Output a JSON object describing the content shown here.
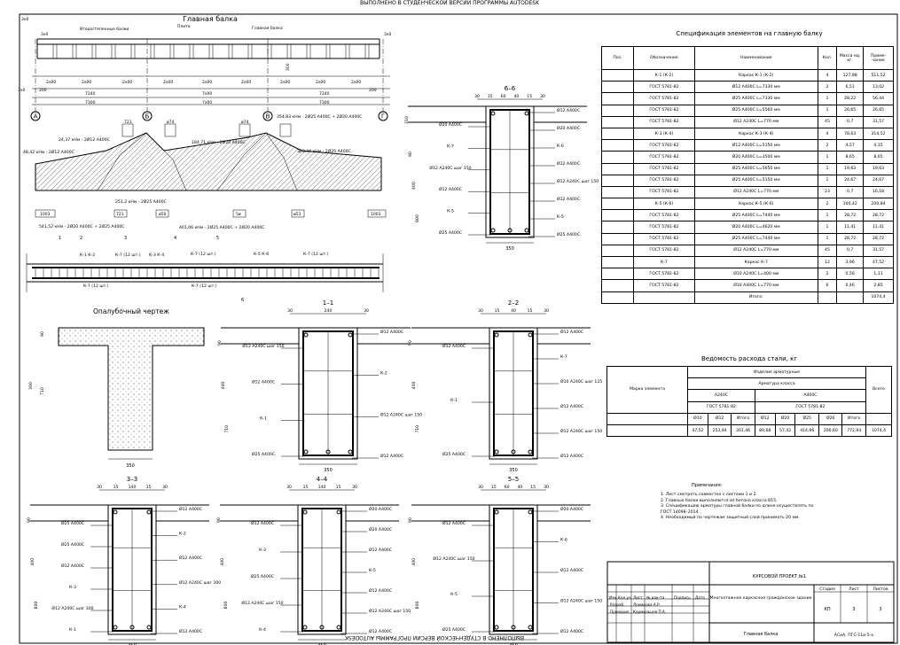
{
  "header_text": "ВЫПОЛНЕНО В СТУДЕНЧЕСКОЙ ВЕРСИИ ПРОГРАММЫ AUTODESK",
  "footer_text": "ВЫПОЛНЕНО В СТУДЕНЧЕСКОЙ ВЕРСИИ ПРОГРАММЫ AUTODESK",
  "main_beam": {
    "title": "Главная балка",
    "labels": [
      "Второстепенные балки",
      "Плита",
      "Главная балка"
    ],
    "axes": [
      "А",
      "Б",
      "В",
      "Г"
    ],
    "dims_top": [
      "3х0",
      "3х0",
      "3х0",
      "3х0",
      "2х00",
      "2х00",
      "2х00",
      "2х00",
      "2х00",
      "2х00",
      "2х00",
      "2х00",
      "2х00",
      "7240",
      "7х00",
      "7240",
      "7300",
      "7х00",
      "7300",
      "200",
      "200",
      "300"
    ],
    "callouts": [
      "24,37 кНм - 2Ø12 А400С",
      "48,42 кНм - 2Ø12 А400С",
      "184,71 кНм - 2Ø20 А400С",
      "320,34 кНм - 2Ø25 А400С",
      "354,83 кНм - 2Ø25 А400С + 2Ø20 А400С",
      "251,2 кНм - 2Ø25 А400С",
      "541,52 кНм - 2Ø20 А400С + 2Ø25 А400С",
      "401,06 кНм - 2Ø25 А400С + 2Ø20 А400С"
    ],
    "marks": [
      "1003",
      "721",
      "ø50",
      "1003",
      "5ø",
      "ø53",
      "721",
      "ø74",
      "ø74"
    ],
    "frames": [
      "К-1 К-2",
      "К-7 (12 шт.)",
      "К-3 К-4",
      "К-7 (12 шт.)",
      "К-5 К-6",
      "К-7 (12 шт.)",
      "К-7 (12 шт.)",
      "К-7 (12 шт.)"
    ],
    "section_marks": [
      "1",
      "2",
      "3",
      "4",
      "5",
      "6"
    ]
  },
  "formwork": {
    "title": "Опалубочный чертеж",
    "dims": [
      "90",
      "300",
      "710",
      "350"
    ]
  },
  "sections": [
    {
      "id": "6-6",
      "title": "6–6",
      "top_dims": [
        "30",
        "15",
        "60",
        "40",
        "15",
        "30"
      ],
      "bottom_dim": "350",
      "side_dims": [
        "310",
        "90",
        "400",
        "800"
      ],
      "callouts_left": [
        "Ø20 А400С",
        "К-7",
        "Ø12 А240С шаг 150",
        "Ø12 А400С",
        "К-5",
        "Ø25 А400С"
      ],
      "callouts_right": [
        "Ø12 А400С",
        "Ø20 А400С",
        "К-6",
        "Ø12 А400С",
        "Ø12 А240С шаг 150",
        "Ø12 А400С",
        "К-5",
        "Ø25 А400С"
      ]
    },
    {
      "id": "1-1",
      "title": "1–1",
      "top_dims": [
        "30",
        "240",
        "30"
      ],
      "bottom_dim": "350",
      "side_dims": [
        "90",
        "400",
        "710"
      ],
      "callouts_left": [
        "Ø12 А240С шаг 150",
        "Ø12 А400С",
        "К-1",
        "Ø25 А400С"
      ],
      "callouts_right": [
        "Ø12 А400С",
        "К-2",
        "Ø12 А240С шаг 150",
        "Ø12 А400С"
      ]
    },
    {
      "id": "2-2",
      "title": "2–2",
      "top_dims": [
        "30",
        "15",
        "40",
        "15",
        "30"
      ],
      "bottom_dim": "350",
      "side_dims": [
        "90",
        "400",
        "710"
      ],
      "callouts_left": [
        "Ø12 А400С",
        "К-1",
        "Ø25 А400С"
      ],
      "callouts_right": [
        "Ø12 А400С",
        "К-7",
        "Ø10 А240С шаг 125",
        "Ø12 А400С",
        "Ø12 А240С шаг 150",
        "Ø12 А400С"
      ]
    },
    {
      "id": "3-3",
      "title": "3–3",
      "top_dims": [
        "30",
        "15",
        "140",
        "15",
        "30"
      ],
      "bottom_dim": "350",
      "side_dims": [
        "90",
        "400",
        "800"
      ],
      "callouts_left": [
        "Ø25 А400С",
        "Ø25 А400С",
        "Ø12 А400С",
        "К-3",
        "Ø12 А240С шаг 300",
        "К-1"
      ],
      "callouts_right": [
        "Ø12 А400С",
        "К-2",
        "Ø12 А400С",
        "Ø12 А240С шаг 300",
        "К-4",
        "Ø12 А400С"
      ]
    },
    {
      "id": "4-4",
      "title": "4–4",
      "top_dims": [
        "30",
        "15",
        "140",
        "15",
        "30"
      ],
      "bottom_dim": "350",
      "side_dims": [
        "90",
        "400",
        "800"
      ],
      "callouts_left": [
        "Ø12 А400С",
        "К-3",
        "Ø25 А400С",
        "Ø12 А240С шаг 150",
        "К-4"
      ],
      "callouts_right": [
        "Ø20 А400С",
        "Ø20 А400С",
        "Ø12 А400С",
        "К-5",
        "Ø12 А400С",
        "Ø12 А240С шаг 150",
        "Ø12 А400С"
      ]
    },
    {
      "id": "5-5",
      "title": "5–5",
      "top_dims": [
        "30",
        "15",
        "60",
        "40",
        "15",
        "30"
      ],
      "bottom_dim": "350",
      "side_dims": [
        "90",
        "400",
        "800"
      ],
      "callouts_left": [
        "Ø12 А400С",
        "Ø12 А240С шаг 150",
        "К-5",
        "Ø25 А400С"
      ],
      "callouts_right": [
        "Ø20 А400С",
        "К-6",
        "Ø12 А400С",
        "Ø12 А240С шаг 150",
        "Ø12 А400С"
      ]
    }
  ],
  "spec_table": {
    "title": "Спецификация элементов на главную балку",
    "headers": [
      "Поз.",
      "Обозначение",
      "Наименование",
      "Кол.",
      "Масса ед. кг.",
      "Приме- чание"
    ],
    "rows": [
      [
        "",
        "К-1 (К-2)",
        "Каркас К-1 (К-2)",
        "4",
        "127,88",
        "511,52"
      ],
      [
        "",
        "ГОСТ 5781-82",
        "Ø12 А400С L=7330 мм",
        "2",
        "6,51",
        "13,02"
      ],
      [
        "",
        "ГОСТ 5781-82",
        "Ø25 А400С L=7330 мм",
        "1",
        "28,22",
        "56,44"
      ],
      [
        "",
        "ГОСТ 5781-82",
        "Ø25 А400С L=5560 мм",
        "1",
        "26,65",
        "26,65"
      ],
      [
        "",
        "ГОСТ 5781-82",
        "Ø12 А240С L=770 мм",
        "45",
        "0,7",
        "31,57"
      ],
      [
        "",
        "К-3 (К-4)",
        "Каркас К-3 (К-4)",
        "4",
        "78,63",
        "314,52"
      ],
      [
        "",
        "ГОСТ 5781-82",
        "Ø12 А400С L=5150 мм",
        "2",
        "4,57",
        "4,15"
      ],
      [
        "",
        "ГОСТ 5781-82",
        "Ø20 А400С L=3500 мм",
        "1",
        "8,65",
        "8,65"
      ],
      [
        "",
        "ГОСТ 5781-82",
        "Ø25 А400С L=5650 мм",
        "1",
        "19,63",
        "19,63"
      ],
      [
        "",
        "ГОСТ 5781-82",
        "Ø25 А400С L=5150 мм",
        "1",
        "24,67",
        "24,67"
      ],
      [
        "",
        "ГОСТ 5781-82",
        "Ø12 А240С L=770 мм",
        "23",
        "0,7",
        "16,18"
      ],
      [
        "",
        "К-5 (К-6)",
        "Каркас К-5 (К-6)",
        "2",
        "100,42",
        "200,84"
      ],
      [
        "",
        "ГОСТ 5781-82",
        "Ø25 А400С L=7440 мм",
        "1",
        "28,72",
        "28,72"
      ],
      [
        "",
        "ГОСТ 5781-82",
        "Ø20 А400С L=4620 мм",
        "1",
        "11,41",
        "11,41"
      ],
      [
        "",
        "ГОСТ 5781-82",
        "Ø25 А400С L=7440 мм",
        "1",
        "28,72",
        "28,72"
      ],
      [
        "",
        "ГОСТ 5781-82",
        "Ø12 А240С L=770 мм",
        "45",
        "0,7",
        "31,57"
      ],
      [
        "",
        "К-7",
        "Каркас К-7",
        "12",
        "3,96",
        "47,52"
      ],
      [
        "",
        "ГОСТ 5781-82",
        "Ø10 А240С L=400 мм",
        "2",
        "0,56",
        "1,11"
      ],
      [
        "",
        "ГОСТ 5781-82",
        "Ø10 А400С L=770 мм",
        "6",
        "0,46",
        "2,85"
      ],
      [
        "",
        "",
        "Итого:",
        "",
        "",
        "1074,4"
      ]
    ]
  },
  "steel_table": {
    "title": "Ведомость расхода стали, кг",
    "mark_label": "Марка элемента",
    "group_label": "Изделия арматурные",
    "class_label": "Арматура класса",
    "class_a240": "А240С",
    "class_a400": "А400С",
    "gost_a240": "ГОСТ 5781-82",
    "gost_a400": "ГОСТ 5781-82",
    "total_label": "Всего",
    "diam_headers": [
      "Ø10",
      "Ø12",
      "Итого",
      "Ø12",
      "Ø20",
      "Ø25",
      "Ø26",
      "Итого"
    ],
    "values": [
      "47,52",
      "253,94",
      "301,46",
      "80,68",
      "57,42",
      "414,96",
      "206,60",
      "772,94",
      "1074,4"
    ]
  },
  "notes": {
    "title": "Примечания:",
    "items": [
      "1. Лист смотреть совместно с листами 1 и 2.",
      "2. Главные балки выполняются из бетона класса В15.",
      "3. Спецификацию арматуры главной балки по длине осуществлять по ГОСТ 14098–2014",
      "4. Необходимый по чертежам защитный слой принимать 20 мм."
    ]
  },
  "title_block": {
    "project": "КУРСОВОЙ ПРОЕКТ №1",
    "object": "Многоэтажное каркасное гражданское здание",
    "sheet_name": "Главная балка",
    "org": "АСиА, ПГС-11и-5-о",
    "stage_label": "Стадия",
    "sheet_label": "Лист",
    "sheets_label": "Листов",
    "stage": "КП",
    "sheet": "3",
    "sheets": "3",
    "cols": [
      "Изм.",
      "Кол.уч",
      "Лист",
      "№ док-та",
      "Подпись",
      "Дата"
    ],
    "role1": "Разраб.",
    "name1": "Ломакова А.Р.",
    "role2": "Проверил",
    "name2": "Кормильцев П.А."
  }
}
